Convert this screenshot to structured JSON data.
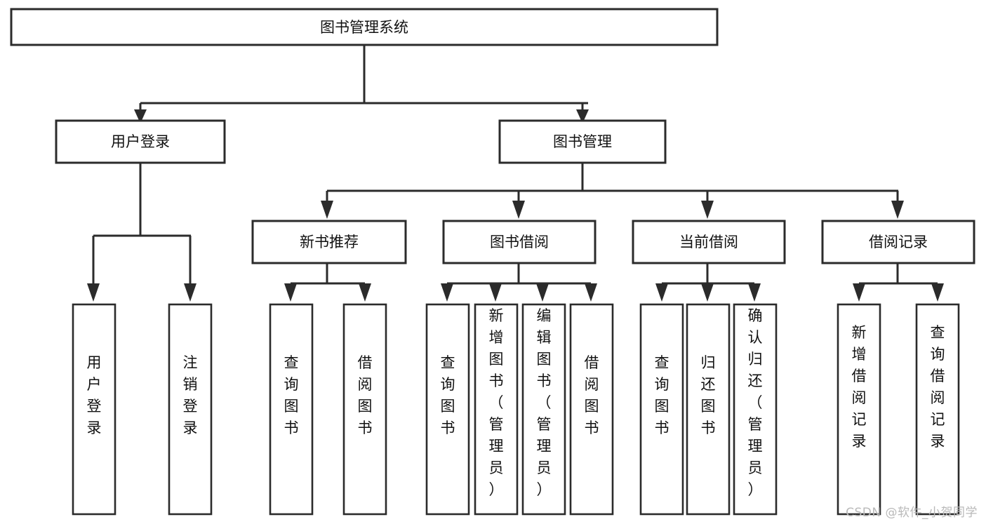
{
  "diagram": {
    "type": "tree-flowchart",
    "orientation": "top-down",
    "title": "图书管理系统",
    "colors": {
      "box_fill": "#ffffff",
      "box_stroke": "#2b2b2b",
      "text": "#111111",
      "background": "#ffffff",
      "watermark": "#b9b9b9"
    },
    "nodes": {
      "root": {
        "label": "图书管理系统",
        "level": 1,
        "orientation": "horizontal"
      },
      "user_login": {
        "label": "用户登录",
        "level": 2,
        "orientation": "horizontal"
      },
      "book_manage": {
        "label": "图书管理",
        "level": 2,
        "orientation": "horizontal"
      },
      "new_book_rec": {
        "label": "新书推荐",
        "level": 3,
        "orientation": "horizontal"
      },
      "book_borrow": {
        "label": "图书借阅",
        "level": 3,
        "orientation": "horizontal"
      },
      "current_borrow": {
        "label": "当前借阅",
        "level": 3,
        "orientation": "horizontal"
      },
      "borrow_record": {
        "label": "借阅记录",
        "level": 3,
        "orientation": "horizontal"
      },
      "leaf_user_login": {
        "label": "用户登录",
        "level": 4,
        "orientation": "vertical"
      },
      "leaf_logout": {
        "label": "注销登录",
        "level": 4,
        "orientation": "vertical"
      },
      "leaf_query_book_1": {
        "label": "查询图书",
        "level": 4,
        "orientation": "vertical"
      },
      "leaf_borrow_book_1": {
        "label": "借阅图书",
        "level": 4,
        "orientation": "vertical"
      },
      "leaf_query_book_2": {
        "label": "查询图书",
        "level": 4,
        "orientation": "vertical"
      },
      "leaf_add_book": {
        "label": "新增图书（管理员）",
        "level": 4,
        "orientation": "vertical"
      },
      "leaf_edit_book": {
        "label": "编辑图书（管理员）",
        "level": 4,
        "orientation": "vertical"
      },
      "leaf_borrow_book_2": {
        "label": "借阅图书",
        "level": 4,
        "orientation": "vertical"
      },
      "leaf_query_book_3": {
        "label": "查询图书",
        "level": 4,
        "orientation": "vertical"
      },
      "leaf_return_book": {
        "label": "归还图书",
        "level": 4,
        "orientation": "vertical"
      },
      "leaf_confirm_return": {
        "label": "确认归还（管理员）",
        "level": 4,
        "orientation": "vertical"
      },
      "leaf_add_record": {
        "label": "新增借阅记录",
        "level": 4,
        "orientation": "vertical"
      },
      "leaf_query_record": {
        "label": "查询借阅记录",
        "level": 4,
        "orientation": "vertical"
      }
    },
    "edges": [
      {
        "from": "root",
        "to": "user_login"
      },
      {
        "from": "root",
        "to": "book_manage"
      },
      {
        "from": "user_login",
        "to": "leaf_user_login"
      },
      {
        "from": "user_login",
        "to": "leaf_logout"
      },
      {
        "from": "book_manage",
        "to": "new_book_rec"
      },
      {
        "from": "book_manage",
        "to": "book_borrow"
      },
      {
        "from": "book_manage",
        "to": "current_borrow"
      },
      {
        "from": "book_manage",
        "to": "borrow_record"
      },
      {
        "from": "new_book_rec",
        "to": "leaf_query_book_1"
      },
      {
        "from": "new_book_rec",
        "to": "leaf_borrow_book_1"
      },
      {
        "from": "book_borrow",
        "to": "leaf_query_book_2"
      },
      {
        "from": "book_borrow",
        "to": "leaf_add_book"
      },
      {
        "from": "book_borrow",
        "to": "leaf_edit_book"
      },
      {
        "from": "book_borrow",
        "to": "leaf_borrow_book_2"
      },
      {
        "from": "current_borrow",
        "to": "leaf_query_book_3"
      },
      {
        "from": "current_borrow",
        "to": "leaf_return_book"
      },
      {
        "from": "current_borrow",
        "to": "leaf_confirm_return"
      },
      {
        "from": "borrow_record",
        "to": "leaf_add_record"
      },
      {
        "from": "borrow_record",
        "to": "leaf_query_record"
      }
    ]
  },
  "watermark": {
    "text": "CSDN @软件_小贺同学"
  }
}
